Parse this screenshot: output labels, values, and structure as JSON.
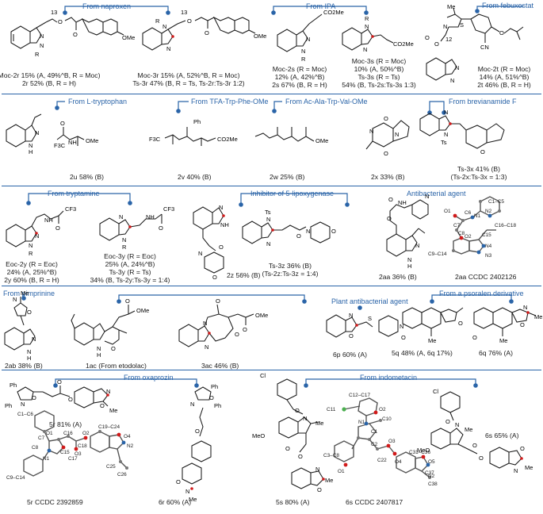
{
  "rows": [
    {
      "entries": [
        {
          "id": "2r",
          "lines": [
            "Moc-2r 15% (A, 49%^B, R = Moc)",
            "2r 52% (B, R = H)"
          ]
        },
        {
          "id": "3r",
          "lines": [
            "Moc-3r 15% (A, 52%^B, R = Moc)",
            "Ts-3r 47% (B, R = Ts, Ts-2r:Ts-3r 1:2)"
          ]
        },
        {
          "id": "2s",
          "lines": [
            "Moc-2s (R = Moc)",
            "12% (A, 42%^B)",
            "2s 67% (B, R = H)"
          ]
        },
        {
          "id": "3s",
          "lines": [
            "Moc-3s (R = Moc)",
            "10% (A, 50%^B)",
            "Ts-3s (R = Ts)",
            "54% (B, Ts-2s:Ts-3s 1:3)"
          ]
        },
        {
          "id": "2t",
          "lines": [
            "Moc-2t (R = Moc)",
            "14% (A, 51%^B)",
            "2t 46% (B, R = H)"
          ]
        }
      ],
      "headers": [
        "From naproxen",
        "From IPA",
        "From febuxostat"
      ]
    },
    {
      "entries": [
        {
          "id": "2u",
          "lines": [
            "2u 58% (B)"
          ]
        },
        {
          "id": "2v",
          "lines": [
            "2v 40% (B)"
          ]
        },
        {
          "id": "2w",
          "lines": [
            "2w 25% (B)"
          ]
        },
        {
          "id": "2x",
          "lines": [
            "2x 33% (B)"
          ]
        },
        {
          "id": "3x",
          "lines": [
            "Ts-3x 41% (B)",
            "(Ts-2x:Ts-3x = 1:3)"
          ]
        }
      ],
      "headers": [
        "From L-tryptophan",
        "From TFA-Trp-Phe-OMe",
        "From Ac-Ala-Trp-Val-OMe",
        "From brevianamide F"
      ]
    },
    {
      "entries": [
        {
          "id": "2y",
          "lines": [
            "Eoc-2y (R = Eoc)",
            "24% (A, 25%^B)",
            "2y 60% (B, R = H)"
          ]
        },
        {
          "id": "3y",
          "lines": [
            "Eoc-3y (R = Eoc)",
            "25% (A, 24%^B)",
            "Ts-3y (R = Ts)",
            "34% (B, Ts-2y:Ts-3y = 1:4)"
          ]
        },
        {
          "id": "2z",
          "lines": [
            "2z 56% (B)"
          ]
        },
        {
          "id": "3z",
          "lines": [
            "Ts-3z 36% (B)",
            "(Ts-2z:Ts-3z = 1:4)"
          ]
        },
        {
          "id": "2aa",
          "lines": [
            "2aa 36% (B)"
          ]
        },
        {
          "id": "2aa-xray",
          "lines": [
            "2aa CCDC 2402126"
          ]
        }
      ],
      "headers": [
        "From tryptamine",
        "Inhibitor of 5-lipoxygenase",
        "Antibacterial agent"
      ]
    },
    {
      "entries": [
        {
          "id": "2ab",
          "lines": [
            "2ab 38% (B)"
          ]
        },
        {
          "id": "1ac",
          "lines": [
            "1ac (From etodolac)"
          ]
        },
        {
          "id": "3ac",
          "lines": [
            "3ac 46% (B)"
          ]
        },
        {
          "id": "6p",
          "lines": [
            "6p 60% (A)"
          ]
        },
        {
          "id": "5q",
          "lines": [
            "5q 48% (A, 6q 17%)"
          ]
        },
        {
          "id": "6q",
          "lines": [
            "6q 76% (A)"
          ]
        }
      ],
      "headers": [
        "From pimprinine",
        "Plant antibacterial agent",
        "From a psoralen derivative"
      ]
    },
    {
      "entries": [
        {
          "id": "5r",
          "lines": [
            "5r 81% (A)"
          ]
        },
        {
          "id": "5r-xray",
          "lines": [
            "5r CCDC 2392859"
          ]
        },
        {
          "id": "6r",
          "lines": [
            "6r 60% (A)"
          ]
        },
        {
          "id": "5s",
          "lines": [
            "5s 80% (A)"
          ]
        },
        {
          "id": "6s-xray",
          "lines": [
            "6s CCDC 2407817"
          ]
        },
        {
          "id": "6s",
          "lines": [
            "6s 65% (A)"
          ]
        }
      ],
      "headers": [
        "From oxaprozin",
        "From indometacin"
      ]
    }
  ],
  "atoms": {
    "N": "N",
    "O": "O",
    "S": "S",
    "R": "R",
    "H": "H",
    "Ts": "Ts",
    "Me": "Me",
    "OMe": "OMe",
    "MeO": "MeO",
    "Cl": "Cl",
    "Ph": "Ph",
    "CN": "CN",
    "CO2Me": "CO2Me",
    "F3C": "F3C",
    "CF3": "CF3",
    "NH": "NH",
    "n13": "13",
    "n12": "12"
  },
  "xray_labels": [
    "C1–C5",
    "C6",
    "C7",
    "C8",
    "O1",
    "O2",
    "N1",
    "N2",
    "N3",
    "N4",
    "C15",
    "C16–C18",
    "C9–C14",
    "C1–C6",
    "C7",
    "C8",
    "C9–C14",
    "C15",
    "C16",
    "C17",
    "C18",
    "O1",
    "O2",
    "O3",
    "O4",
    "N1",
    "N2",
    "C19–C24",
    "C25",
    "C26",
    "C11",
    "C12–C17",
    "C10",
    "C1",
    "C2",
    "C3–C8",
    "C22",
    "C31–C36",
    "C37",
    "C38",
    "O5",
    "N1",
    "N2",
    "O1",
    "O2",
    "O3",
    "O4"
  ],
  "colors": {
    "accent": "#2a64a8",
    "highlight": "#d11a1a"
  }
}
